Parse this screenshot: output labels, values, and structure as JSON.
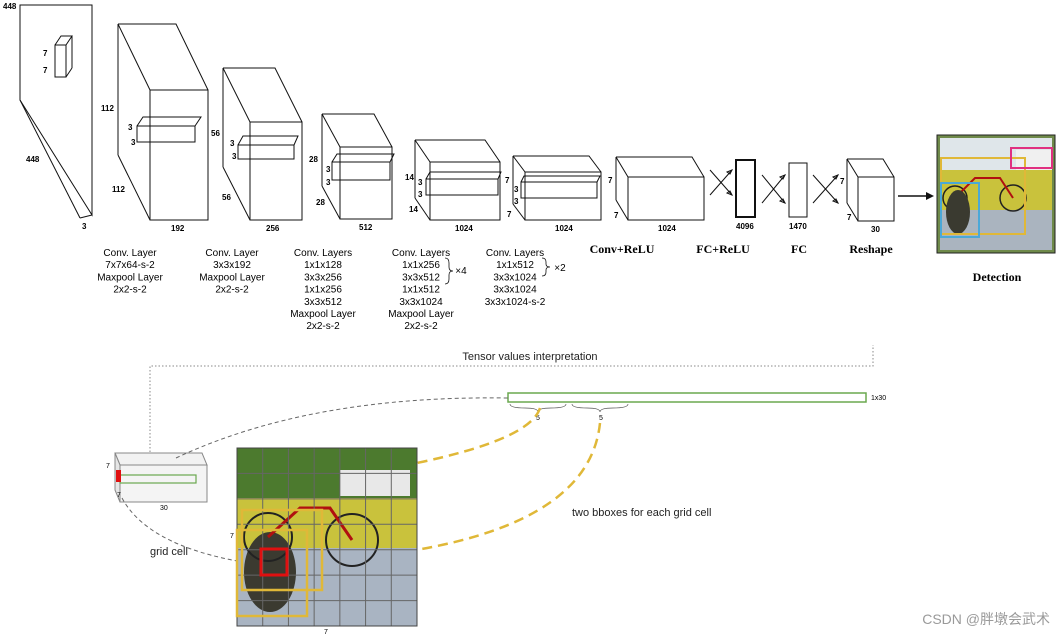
{
  "layers": [
    {
      "dims": [
        "448",
        "448",
        "3"
      ],
      "kernel": [
        "7",
        "7"
      ]
    },
    {
      "dims": [
        "112",
        "112",
        "192"
      ],
      "kernel": [
        "3",
        "3"
      ]
    },
    {
      "dims": [
        "56",
        "56",
        "256"
      ],
      "kernel": [
        "3",
        "3"
      ]
    },
    {
      "dims": [
        "28",
        "28",
        "512"
      ],
      "kernel": [
        "3",
        "3"
      ]
    },
    {
      "dims": [
        "14",
        "14",
        "1024"
      ],
      "kernel": [
        "3",
        "3"
      ]
    },
    {
      "dims": [
        "7",
        "7",
        "1024"
      ],
      "kernel": [
        "3",
        "3"
      ]
    },
    {
      "dims": [
        "7",
        "7",
        "1024"
      ]
    },
    {
      "dims": [
        "4096"
      ]
    },
    {
      "dims": [
        "1470"
      ]
    },
    {
      "dims": [
        "7",
        "7",
        "30"
      ]
    }
  ],
  "captions": [
    [
      "Conv. Layer",
      "7x7x64-s-2",
      "Maxpool Layer",
      "2x2-s-2"
    ],
    [
      "Conv. Layer",
      "3x3x192",
      "Maxpool Layer",
      "2x2-s-2"
    ],
    [
      "Conv. Layers",
      "1x1x128",
      "3x3x256",
      "1x1x256",
      "3x3x512",
      "Maxpool Layer",
      "2x2-s-2"
    ],
    [
      "Conv. Layers",
      "1x1x256",
      "3x3x512",
      "1x1x512",
      "3x3x1024",
      "Maxpool Layer",
      "2x2-s-2"
    ],
    [
      "Conv. Layers",
      "1x1x512",
      "3x3x1024",
      "3x3x1024",
      "3x3x1024-s-2"
    ]
  ],
  "repeats": [
    "×4",
    "×2"
  ],
  "head_labels": [
    "Conv+ReLU",
    "FC+ReLU",
    "FC",
    "Reshape"
  ],
  "detection_label": "Detection",
  "tensor_title": "Tensor values interpretation",
  "vector_label": "1x30",
  "vector_brackets": [
    "5",
    "5"
  ],
  "bbox_text": "two bboxes for each grid cell",
  "grid_cell_text": "grid cell",
  "tensor_dims": [
    "7",
    "7",
    "30"
  ],
  "grid_dims": [
    "7",
    "7"
  ],
  "watermark": "CSDN @胖墩会武术",
  "colors": {
    "green": "#6aa84f",
    "yellow": "#e0b838",
    "red": "#e01010",
    "pink": "#e03080",
    "blue": "#4aa8d8"
  }
}
